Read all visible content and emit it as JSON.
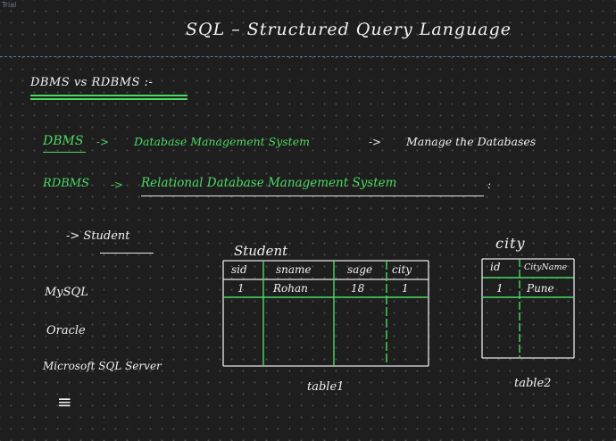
{
  "app": {
    "tag": "Trial"
  },
  "title": "SQL – Structured Query Language",
  "subtitle": "DBMS vs RDBMS :-",
  "definitions": [
    {
      "term": "DBMS",
      "arrow": "->",
      "expansion": "Database Management System",
      "arrow2": "->",
      "note": "Manage the Databases"
    },
    {
      "term": "RDBMS",
      "arrow": "->",
      "expansion": "Relational Database Management System",
      "tail": ":"
    }
  ],
  "student_pointer": "-> Student",
  "vendors": [
    "MySQL",
    "Oracle",
    "Microsoft SQL Server",
    "≡"
  ],
  "table1": {
    "name": "Student",
    "columns": [
      "sid",
      "sname",
      "sage",
      "city"
    ],
    "rows": [
      [
        "1",
        "Rohan",
        "18",
        "1"
      ]
    ],
    "caption": "table1"
  },
  "table2": {
    "name": "city",
    "columns": [
      "id",
      "CityName"
    ],
    "rows": [
      [
        "1",
        "Pune"
      ]
    ],
    "caption": "table2"
  },
  "colors": {
    "background": "#1e1e1e",
    "ink": "#f2f2f2",
    "accent": "#4cd964",
    "guide": "#4a7fb0"
  }
}
